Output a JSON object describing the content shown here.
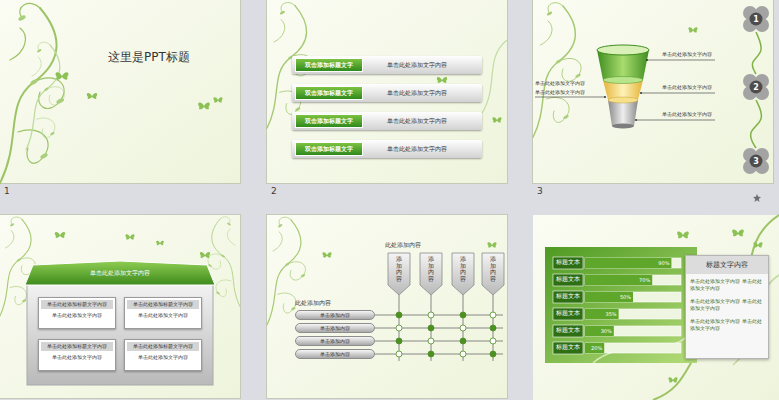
{
  "diagram": {
    "nodes": [
      {
        "text": [
          "1",
          "这里是PPT标题"
        ]
      },
      {
        "text": [
          "2"
        ]
      },
      {
        "text": [
          "单击此处添加文字内容"
        ],
        "in": 1
      },
      {
        "text": [
          "双击添加标题文字"
        ],
        "in": 2
      },
      {
        "text": [
          "单击此处添加文字内容"
        ],
        "in": 1
      },
      {
        "text": [
          "双击添加标题文字"
        ],
        "in": 4
      },
      {
        "text": [
          "单击此处添加文字内容"
        ],
        "in": 1
      },
      {
        "text": [
          "双击添加标题文字"
        ],
        "in": 6
      },
      {
        "text": [
          "单击此处添加文字内容"
        ],
        "in": 1
      },
      {
        "text": [
          "双击添加标题文字"
        ],
        "in": 8
      },
      {
        "text": [
          "3",
          "单击此处添加文字内容",
          "单击此处添加文字内容",
          "单击此处添加文字内容",
          "单击此处添加文字内容",
          "单击此处添加文字内容"
        ]
      },
      {
        "text": [
          "1"
        ],
        "in": 10
      },
      {
        "text": [
          "2"
        ],
        "in": 10
      },
      {
        "text": [
          "3"
        ],
        "in": 10
      },
      {
        "text": []
      },
      {
        "text": [
          "单击此处添加文字内容"
        ],
        "in": 14
      },
      {
        "text": [
          "单击此处添加标题文字内容",
          "单击此处添加文字内容"
        ],
        "in": 15
      },
      {
        "text": [
          "单击此处添加标题文字内容",
          "单击此处添加文字内容"
        ],
        "in": 15
      },
      {
        "text": [
          "单击此处添加标题文字内容",
          "单击此处添加文字内容"
        ],
        "in": 15
      },
      {
        "text": [
          "单击此处添加标题文字内容",
          "单击此处添加文字内容"
        ],
        "in": 15
      },
      {
        "text": [
          "此处添加内容",
          "此处添加内容"
        ]
      },
      {
        "text": [
          "添加内容"
        ],
        "in": 20
      },
      {
        "text": [
          "添加内容"
        ],
        "in": 20
      },
      {
        "text": [
          "添加内容"
        ],
        "in": 20
      },
      {
        "text": [
          "添加内容"
        ],
        "in": 20
      },
      {
        "text": [
          "单击添加内容"
        ],
        "in": 20
      },
      {
        "text": [
          "单击添加内容"
        ],
        "in": 20
      },
      {
        "text": [
          "单击添加内容"
        ],
        "in": 20
      },
      {
        "text": [
          "单击添加内容"
        ],
        "in": 20
      },
      {
        "text": []
      },
      {
        "text": [
          "标题文本",
          "90%"
        ],
        "in": 29
      },
      {
        "text": [
          "标题文本",
          "70%"
        ],
        "in": 29
      },
      {
        "text": [
          "标题文本",
          "50%"
        ],
        "in": 29
      },
      {
        "text": [
          "标题文本",
          "35%"
        ],
        "in": 29
      },
      {
        "text": [
          "标题文本",
          "30%"
        ],
        "in": 29
      },
      {
        "text": [
          "标题文本",
          "20%"
        ],
        "in": 29
      },
      {
        "text": [
          "标题文字内容",
          "单击此处添加文字内容 单击此处添加文字内容",
          "单击此处添加文字内容 单击此处添加文字内容",
          "单击此处添加文字内容 单击此处添加文字内容"
        ],
        "in": 29
      }
    ]
  }
}
